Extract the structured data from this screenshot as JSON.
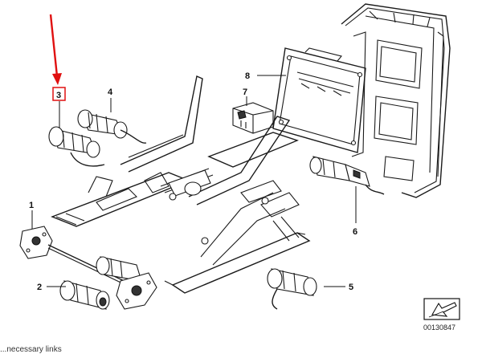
{
  "callouts": {
    "c1": "1",
    "c2": "2",
    "c3": "3",
    "c4": "4",
    "c5": "5",
    "c6": "6",
    "c7": "7",
    "c8": "8"
  },
  "reference_number": "00130847",
  "footer_text": "...necessary links",
  "colors": {
    "highlight_arrow": "#e01010",
    "highlight_box": "#e01010",
    "line": "#1a1a1a"
  },
  "icons": {
    "nav_arrow": "arrow-down-left-icon"
  }
}
